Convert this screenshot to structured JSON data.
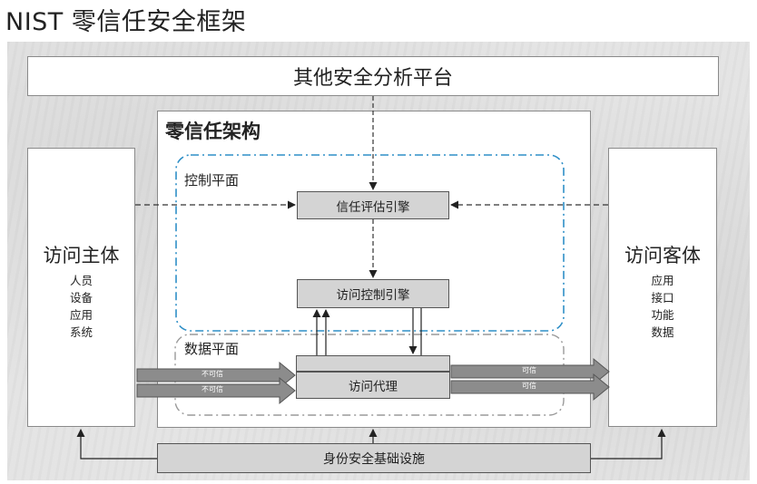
{
  "title": "NIST 零信任安全框架",
  "top_platform": "其他安全分析平台",
  "architecture": {
    "title": "零信任架构",
    "control_plane": "控制平面",
    "data_plane": "数据平面",
    "trust_engine": "信任评估引擎",
    "access_control_engine": "访问控制引擎",
    "access_proxy": "访问代理"
  },
  "subject": {
    "title": "访问主体",
    "items": [
      "人员",
      "设备",
      "应用",
      "系统"
    ]
  },
  "object": {
    "title": "访问客体",
    "items": [
      "应用",
      "接口",
      "功能",
      "数据"
    ]
  },
  "flows": {
    "untrusted_1": "不可信",
    "untrusted_2": "不可信",
    "trusted_1": "可信",
    "trusted_2": "可信"
  },
  "identity_infrastructure": "身份安全基础设施",
  "colors": {
    "control_plane_border": "#2f8fc7",
    "data_plane_border": "#9a9a9a",
    "engine_fill": "#d4d4d4",
    "flow_arrow_fill": "#8c8c8c"
  }
}
